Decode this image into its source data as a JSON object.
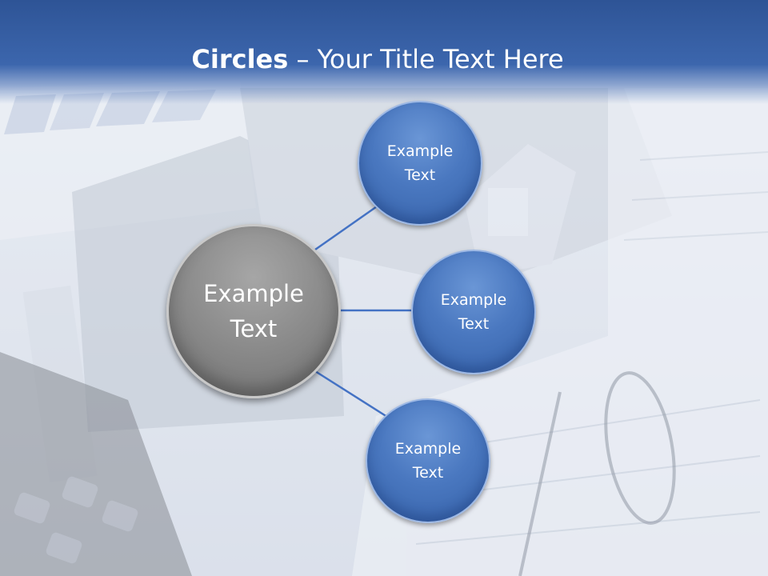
{
  "slide": {
    "title_bold": "Circles",
    "title_rest": " – Your Title Text Here"
  },
  "diagram": {
    "center": {
      "line1": "Example",
      "line2": "Text"
    },
    "nodes": [
      {
        "line1": "Example",
        "line2": "Text"
      },
      {
        "line1": "Example",
        "line2": "Text"
      },
      {
        "line1": "Example",
        "line2": "Text"
      }
    ]
  },
  "colors": {
    "header_blue": "#2e5496",
    "node_blue": "#4a78c0",
    "center_gray": "#8a8a8a",
    "connector": "#4472c4"
  }
}
